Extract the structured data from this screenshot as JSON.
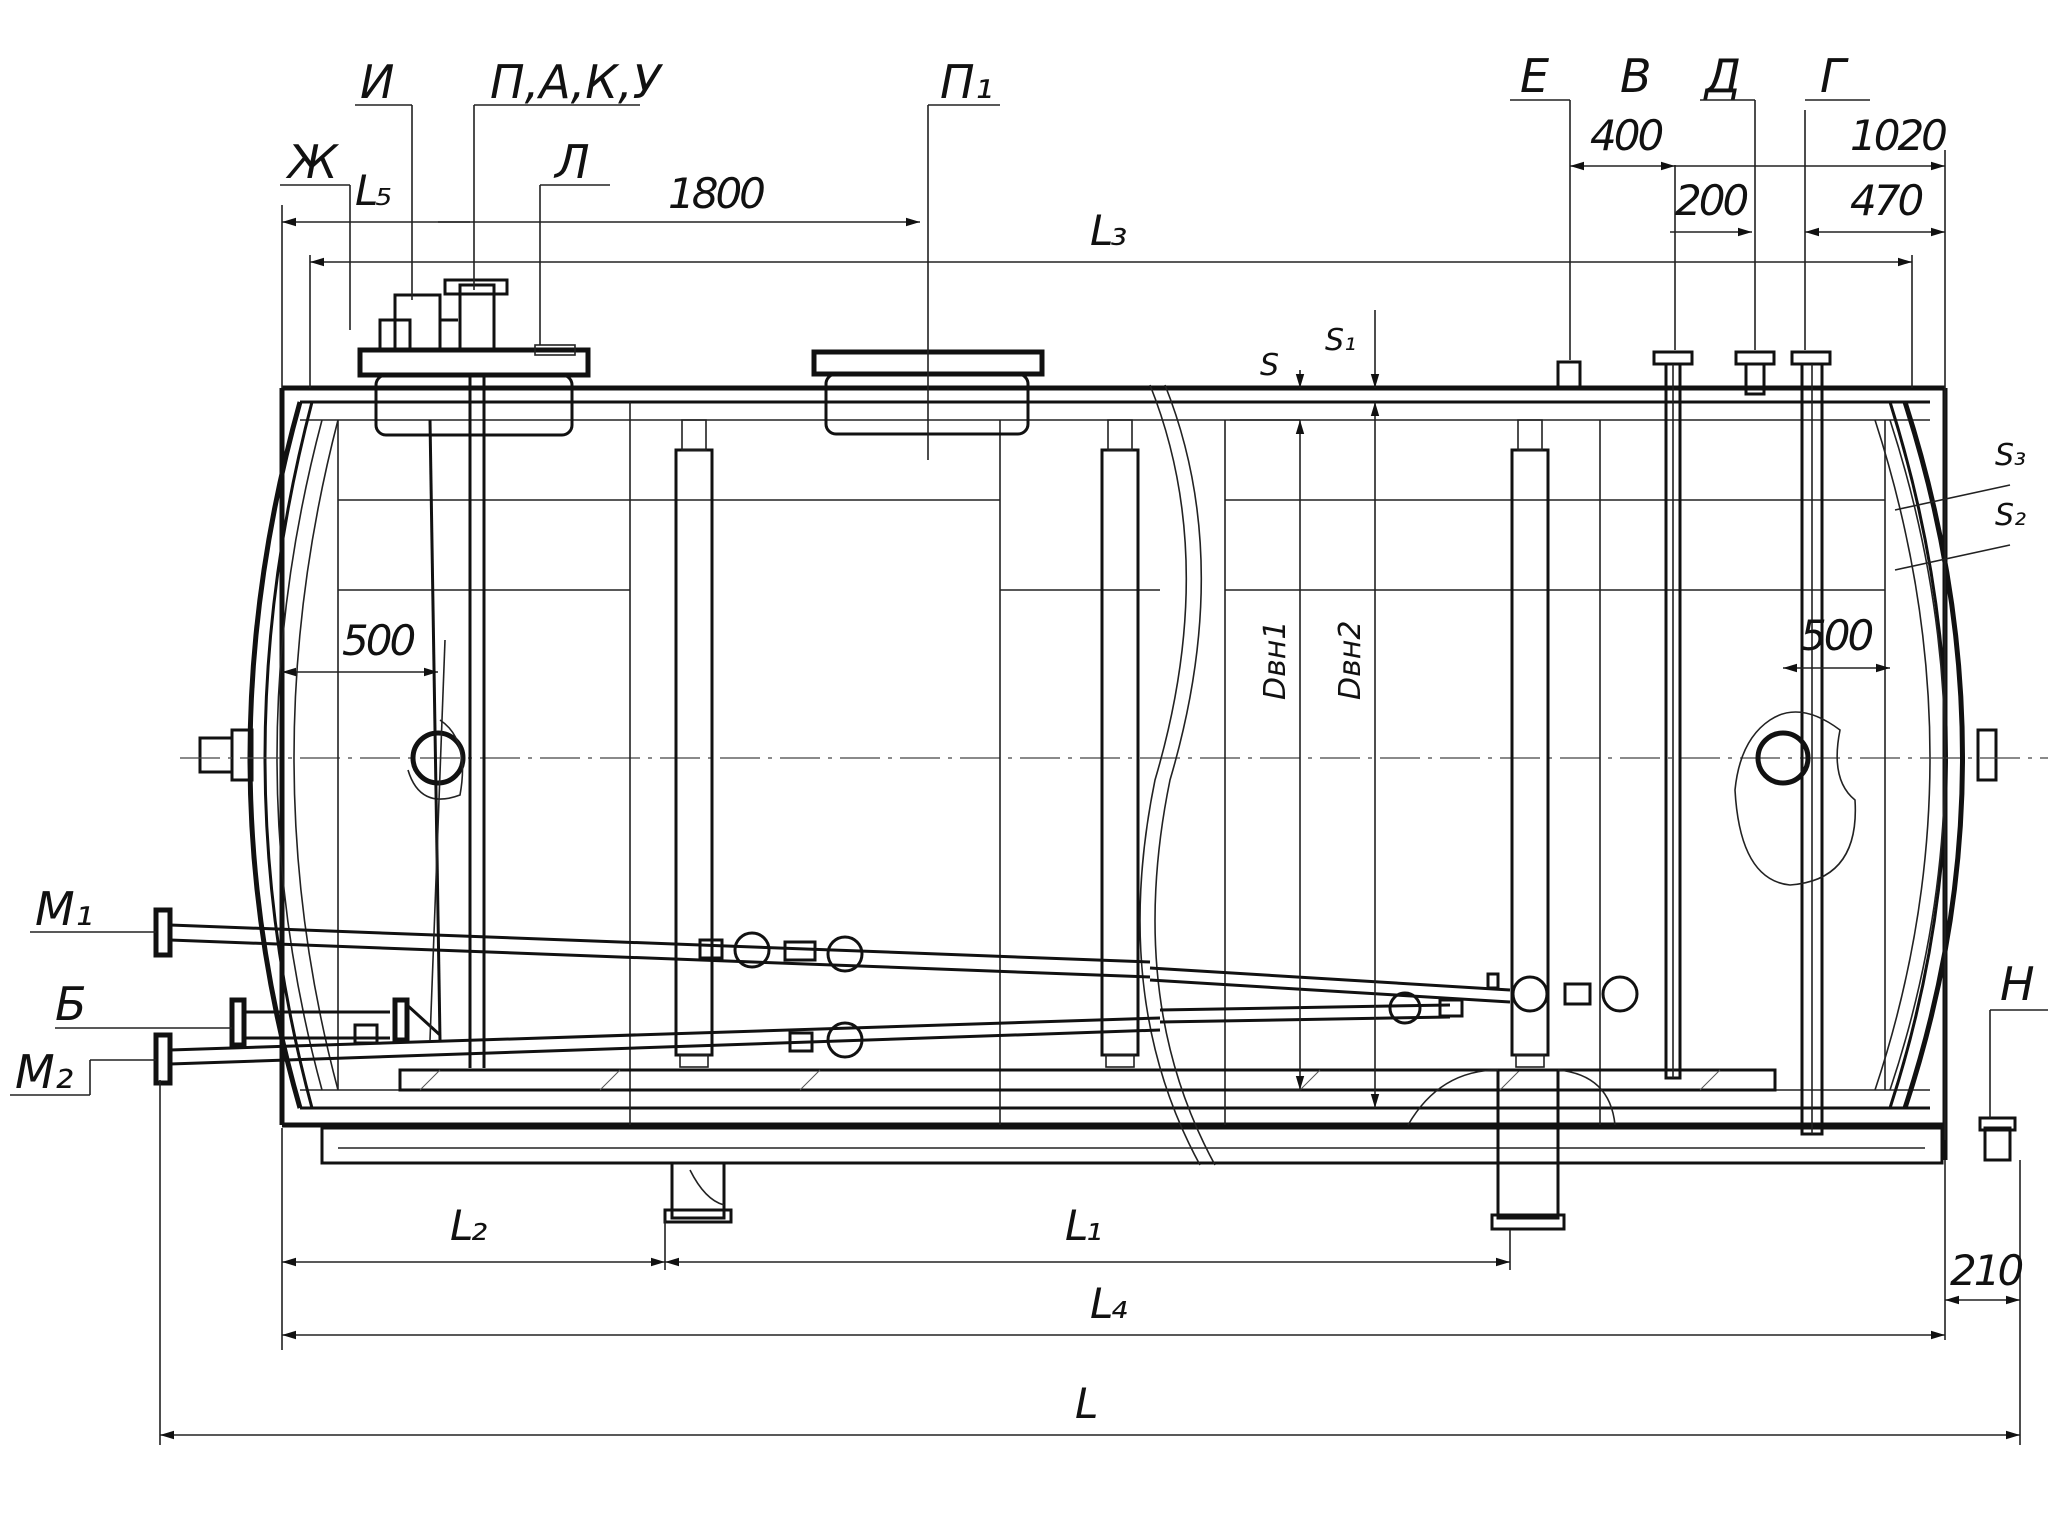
{
  "drawing": {
    "callouts": {
      "i": "И",
      "pakuy": "П,А,К,У",
      "p1": "П₁",
      "e": "Е",
      "v": "В",
      "d": "Д",
      "g": "Г",
      "zh": "Ж",
      "l": "Л",
      "m1": "М₁",
      "b": "Б",
      "m2": "М₂",
      "n": "Н"
    },
    "dimensions": {
      "d1800": "1800",
      "d400": "400",
      "d1020": "1020",
      "d200": "200",
      "d470": "470",
      "d500_left": "500",
      "d500_right": "500",
      "d210": "210",
      "L": "L",
      "L1": "L₁",
      "L2": "L₂",
      "L3": "L₃",
      "L4": "L₄",
      "L5": "L₅",
      "S": "S",
      "S1": "S₁",
      "S2": "S₂",
      "S3": "S₃",
      "Dvn1": "Dвн1",
      "Dvn2": "Dвн2"
    }
  }
}
